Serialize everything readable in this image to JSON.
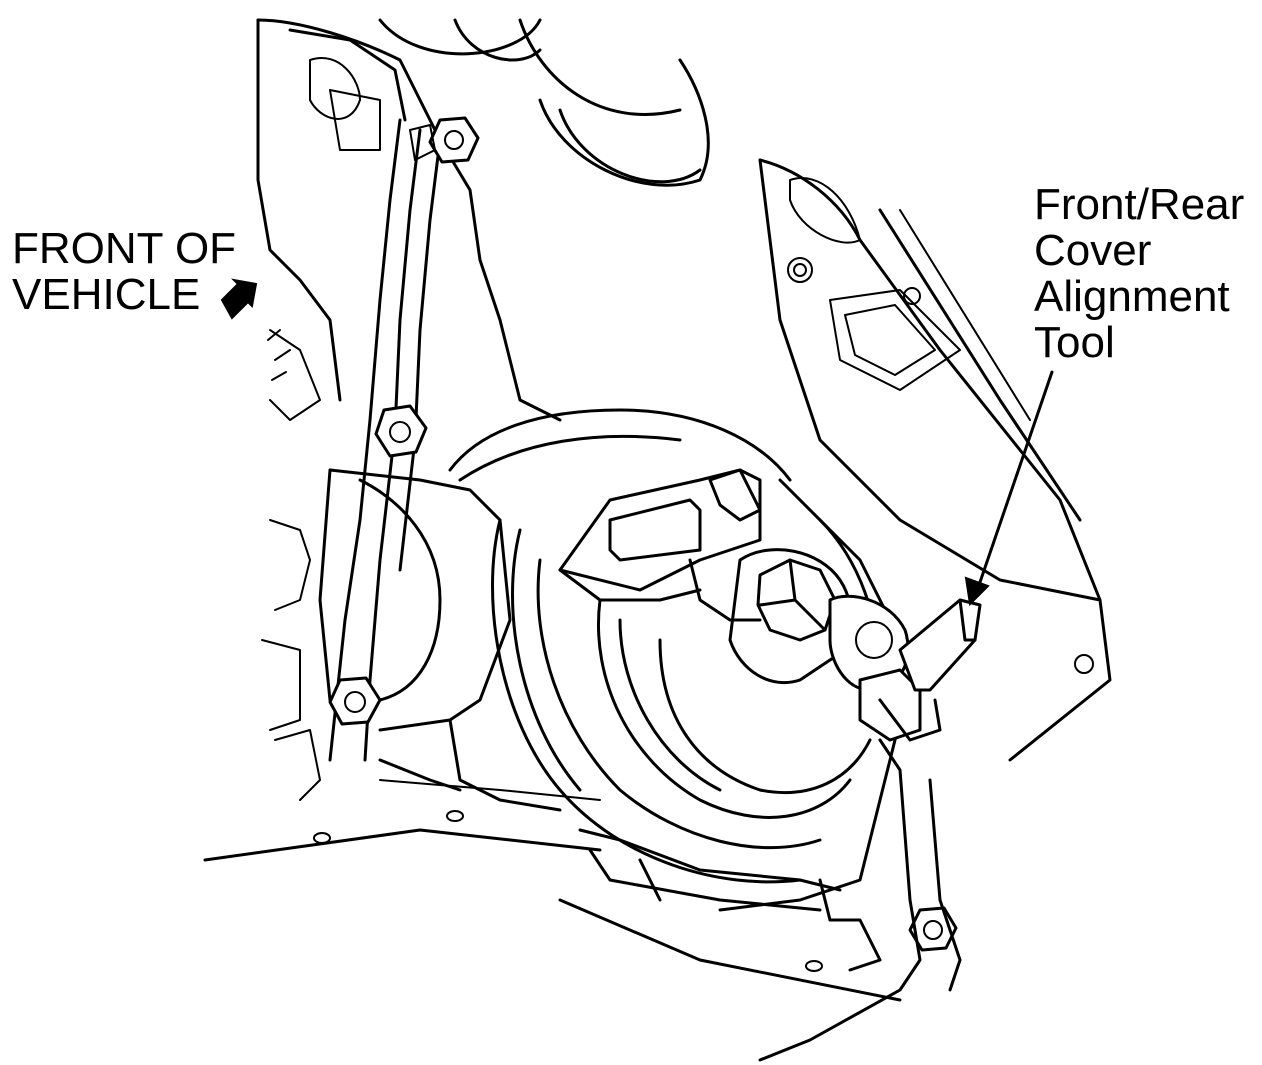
{
  "labels": {
    "front_of_vehicle": [
      "FRONT OF",
      "VEHICLE"
    ],
    "tool": [
      "Front/Rear",
      "Cover",
      "Alignment",
      "Tool"
    ]
  },
  "colors": {
    "ink": "#000000",
    "background": "#ffffff"
  },
  "icons": {
    "direction_arrow": "filled-arrow-icon",
    "leader": "leader-arrow-icon"
  }
}
